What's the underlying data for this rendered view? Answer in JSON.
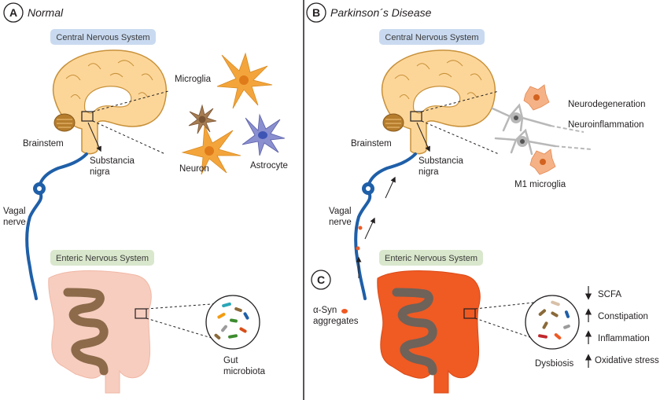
{
  "panel_a": {
    "badge": "A",
    "title": "Normal",
    "cns_label": "Central Nervous System",
    "ens_label": "Enteric Nervous System",
    "brainstem": "Brainstem",
    "substancia_line1": "Substancia",
    "substancia_line2": "nigra",
    "vagal_line1": "Vagal",
    "vagal_line2": "nerve",
    "microglia": "Microglia",
    "neuron": "Neuron",
    "astrocyte": "Astrocyte",
    "gut_line1": "Gut",
    "gut_line2": "microbiota"
  },
  "panel_b": {
    "badge": "B",
    "title": "Parkinson´s Disease",
    "cns_label": "Central Nervous System",
    "ens_label": "Enteric Nervous System",
    "brainstem": "Brainstem",
    "substancia_line1": "Substancia",
    "substancia_line2": "nigra",
    "vagal_line1": "Vagal",
    "vagal_line2": "nerve",
    "neurodegeneration": "Neurodegeneration",
    "neuroinflammation": "Neuroinflammation",
    "m1_microglia": "M1 microglia",
    "badge_c": "C",
    "asyn_line1": "α-Syn",
    "asyn_line2": "aggregates",
    "dysbiosis": "Dysbiosis",
    "effects": [
      "SCFA",
      "Constipation",
      "Inflammation",
      "Oxidative stress"
    ]
  },
  "colors": {
    "brain_fill": "#fcd699",
    "brain_stroke": "#c8913a",
    "nerve": "#1f5fa8",
    "colon_normal": "#f7cdbf",
    "colon_pd": "#f05a23",
    "intestine_normal": "#8c6a4a",
    "intestine_pd": "#6e6259",
    "cns_box": "#c9daf0",
    "ens_box": "#d9e7cc",
    "neuron": "#f3a53c",
    "astrocyte": "#8a8fd0",
    "microglia": "#a67c52",
    "m1_microglia": "#f5b286",
    "degenerating_neuron": "#b8b8b8"
  }
}
